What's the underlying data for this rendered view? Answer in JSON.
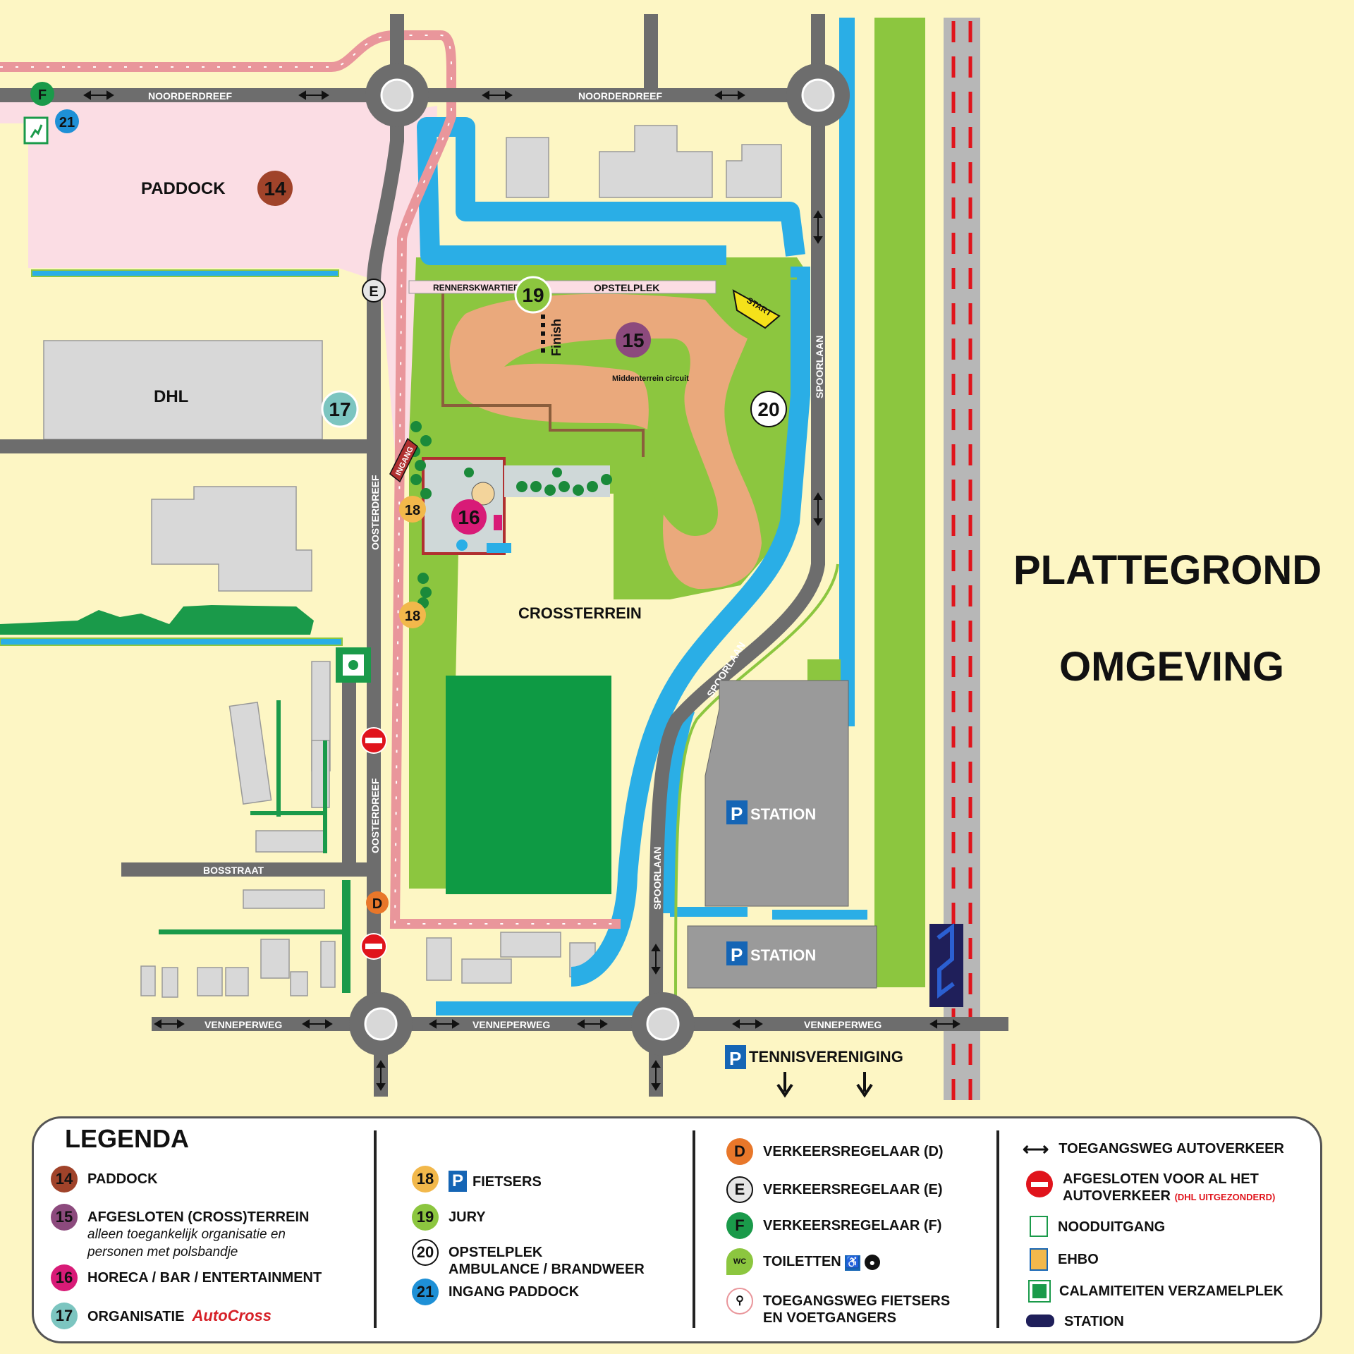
{
  "title": {
    "line1": "PLATTEGROND",
    "line2": "OMGEVING"
  },
  "roads": {
    "noorderdreef": "NOORDERDREEF",
    "oosterdreef": "OOSTERDREEF",
    "spoorlaan": "SPOORLAAN",
    "venneperweg": "VENNEPERWEG",
    "bosstraat": "BOSSTRAAT"
  },
  "areas": {
    "paddock": "PADDOCK",
    "dhl": "DHL",
    "crossterrein": "CROSSTERREIN",
    "rennerskwartier": "RENNERSKWARTIER",
    "opstelplek": "OPSTELPLEK",
    "finish": "Finish",
    "start": "START",
    "ingang": "INGANG",
    "middenterrein": "Middenterrein circuit",
    "station": "STATION",
    "tennis": "TENNISVERENIGING"
  },
  "markers": {
    "m14": "14",
    "m15": "15",
    "m16": "16",
    "m17": "17",
    "m18": "18",
    "m19": "19",
    "m20": "20",
    "m21": "21",
    "d": "D",
    "e": "E",
    "f": "F"
  },
  "legend": {
    "title": "LEGENDA",
    "col1": [
      {
        "num": "14",
        "label": "PADDOCK",
        "color": "#a0432a"
      },
      {
        "num": "15",
        "label": "AFGESLOTEN (CROSS)TERREIN",
        "sub1": "alleen toegankelijk organisatie en",
        "sub2": "personen met polsbandje",
        "color": "#8c4a7d"
      },
      {
        "num": "16",
        "label": "HORECA / BAR / ENTERTAINMENT",
        "color": "#d81b77"
      },
      {
        "num": "17",
        "label": "ORGANISATIE",
        "brand": "AutoCross",
        "color": "#7cc5c0"
      }
    ],
    "col2": [
      {
        "num": "18",
        "p": "P",
        "label": "FIETSERS",
        "color": "#f2b84b"
      },
      {
        "num": "19",
        "label": "JURY",
        "color": "#8cc63f"
      },
      {
        "num": "20",
        "label": "OPSTELPLEK",
        "label2": "AMBULANCE / BRANDWEER",
        "color": "#ffffff"
      },
      {
        "num": "21",
        "label": "INGANG PADDOCK",
        "color": "#1e90d6"
      }
    ],
    "col3": [
      {
        "num": "D",
        "label": "VERKEERSREGELAAR (D)",
        "color": "#e8772a"
      },
      {
        "num": "E",
        "label": "VERKEERSREGELAAR (E)",
        "color": "#e6e6e6"
      },
      {
        "num": "F",
        "label": "VERKEERSREGELAAR (F)",
        "color": "#1a9a4a"
      },
      {
        "icon": "toilet-icon",
        "label": "TOILETTEN"
      },
      {
        "icon": "pedestrian-icon",
        "label": "TOEGANGSWEG FIETSERS",
        "label2": "EN VOETGANGERS"
      }
    ],
    "col4": [
      {
        "icon": "arrow-both-icon",
        "label": "TOEGANGSWEG AUTOVERKEER"
      },
      {
        "icon": "no-entry-icon",
        "label": "AFGESLOTEN VOOR AL HET",
        "label2": "AUTOVERKEER",
        "note": "(DHL UITGEZONDERD)"
      },
      {
        "icon": "emergency-exit-icon",
        "label": "NOODUITGANG"
      },
      {
        "icon": "first-aid-icon",
        "label": "EHBO"
      },
      {
        "icon": "assembly-point-icon",
        "label": "CALAMITEITEN VERZAMELPLEK"
      },
      {
        "icon": "station-icon",
        "label": "STATION"
      }
    ]
  },
  "colors": {
    "background": "#fdf6c4",
    "road": "#6d6d6d",
    "water": "#2aaee6",
    "grass": "#8cc63f",
    "field": "#0e9a44",
    "track": "#eaa97c",
    "paddock": "#fbdde4",
    "building": "#d8d8d8",
    "station_building": "#9a9a9a",
    "rail_red": "#e0141c"
  }
}
